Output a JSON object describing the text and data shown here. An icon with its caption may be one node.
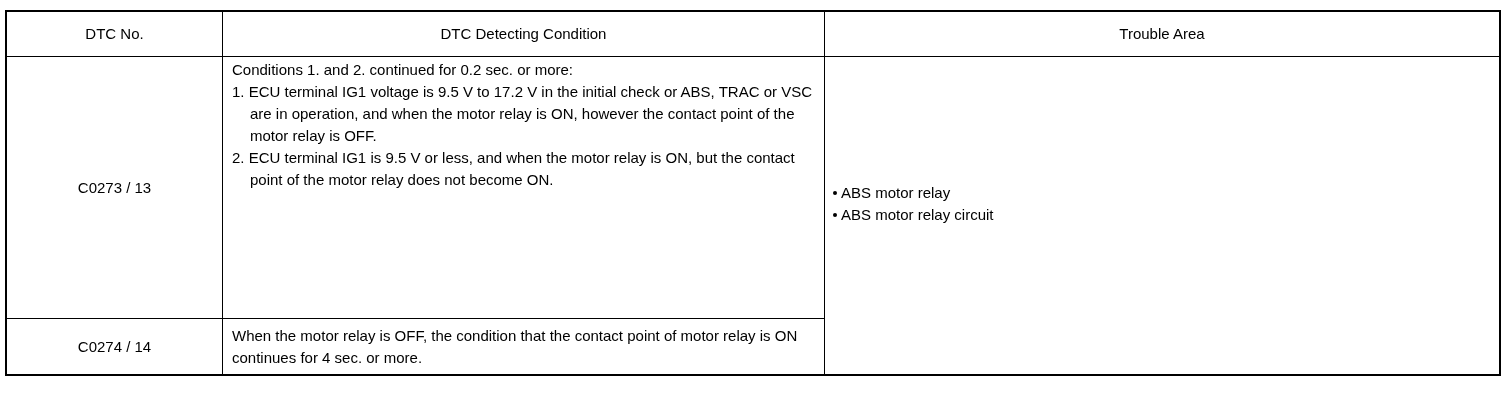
{
  "diagram": {
    "labels": [
      "DTC No.",
      "DTC Detecting Condition",
      "Trouble Area",
      "C0273 / 13",
      "Conditions 1. and 2. continued for 0.2 sec. or more:",
      "1. ECU terminal IG1 voltage is 9.5 V to 17.2 V in the initial check or ABS, TRAC or VSC are in operation, and when the motor relay is ON, however the contact point of the motor relay is OFF.",
      "2. ECU terminal IG1 is 9.5 V or less, and when the motor relay is ON, but the contact point of the motor relay does not become ON.",
      "ABS motor relay",
      "ABS motor relay circuit",
      "C0274 / 14",
      "When the motor relay is OFF, the condition that the contact point of motor relay is ON continues for 4 sec. or more."
    ]
  }
}
